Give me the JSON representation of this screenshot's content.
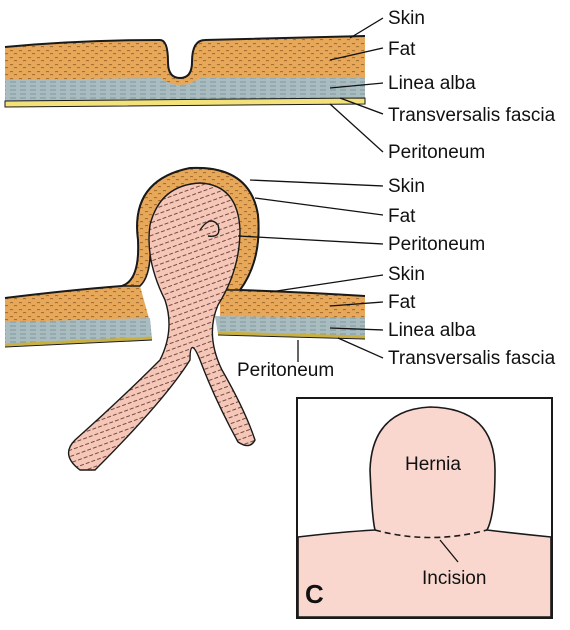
{
  "top_section": {
    "labels": {
      "skin": "Skin",
      "fat": "Fat",
      "linea_alba": "Linea alba",
      "transversalis_fascia": "Transversalis fascia",
      "peritoneum": "Peritoneum"
    }
  },
  "middle_section": {
    "labels": {
      "sac_skin": "Skin",
      "sac_fat": "Fat",
      "sac_peritoneum": "Peritoneum",
      "wall_skin": "Skin",
      "wall_fat": "Fat",
      "linea_alba": "Linea alba",
      "transversalis_fascia": "Transversalis fascia",
      "peritoneum_below": "Peritoneum"
    }
  },
  "inset": {
    "panel_letter": "C",
    "hernia_label": "Hernia",
    "incision_label": "Incision"
  },
  "colors": {
    "skin_outline": "#1a1a1a",
    "fat": "#e8a85a",
    "fascia": "#a9bcc0",
    "peritoneum": "#f3e27a",
    "bowel": "#f4c7b8",
    "inset_fill": "#f9d7cf"
  }
}
